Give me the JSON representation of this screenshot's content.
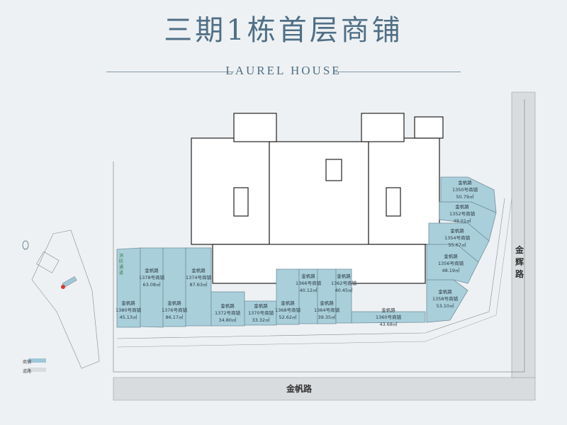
{
  "header": {
    "title": "三期1栋首层商铺",
    "subtitle": "LAUREL HOUSE"
  },
  "roads": {
    "east": "金辉路",
    "south": "金帆路",
    "fire_lane": "消防通道"
  },
  "legend": [
    {
      "label": "商铺",
      "color": "#9ec8d8"
    },
    {
      "label": "道路",
      "color": "#d9dcde"
    }
  ],
  "colors": {
    "shop": "#a9cfdb",
    "road": "#d9dcde",
    "accent": "#4f6f86"
  },
  "shops": [
    {
      "street": "金帆路",
      "name": "1380号商铺",
      "area": "45.13㎡"
    },
    {
      "street": "金帆路",
      "name": "1378号商铺",
      "area": "63.08㎡"
    },
    {
      "street": "金帆路",
      "name": "1376号商铺",
      "area": "86.17㎡"
    },
    {
      "street": "金帆路",
      "name": "1374号商铺",
      "area": "87.63㎡"
    },
    {
      "street": "金帆路",
      "name": "1372号商铺",
      "area": "34.80㎡"
    },
    {
      "street": "金帆路",
      "name": "1370号商铺",
      "area": "33.32㎡"
    },
    {
      "street": "金帆路",
      "name": "1368号商铺",
      "area": "52.62㎡"
    },
    {
      "street": "金帆路",
      "name": "1366号商铺",
      "area": "40.12㎡"
    },
    {
      "street": "金帆路",
      "name": "1364号商铺",
      "area": "39.35㎡"
    },
    {
      "street": "金帆路",
      "name": "1362号商铺",
      "area": "40.45㎡"
    },
    {
      "street": "金帆路",
      "name": "1360号商铺",
      "area": "43.68㎡"
    },
    {
      "street": "金帆路",
      "name": "1358号商铺",
      "area": "53.10㎡"
    },
    {
      "street": "金帆路",
      "name": "1356号商铺",
      "area": "48.19㎡"
    },
    {
      "street": "金帆路",
      "name": "1354号商铺",
      "area": "55.67㎡"
    },
    {
      "street": "金帆路",
      "name": "1352号商铺",
      "area": "49.01㎡"
    },
    {
      "street": "金帆路",
      "name": "1350号商铺",
      "area": "50.79㎡"
    }
  ]
}
